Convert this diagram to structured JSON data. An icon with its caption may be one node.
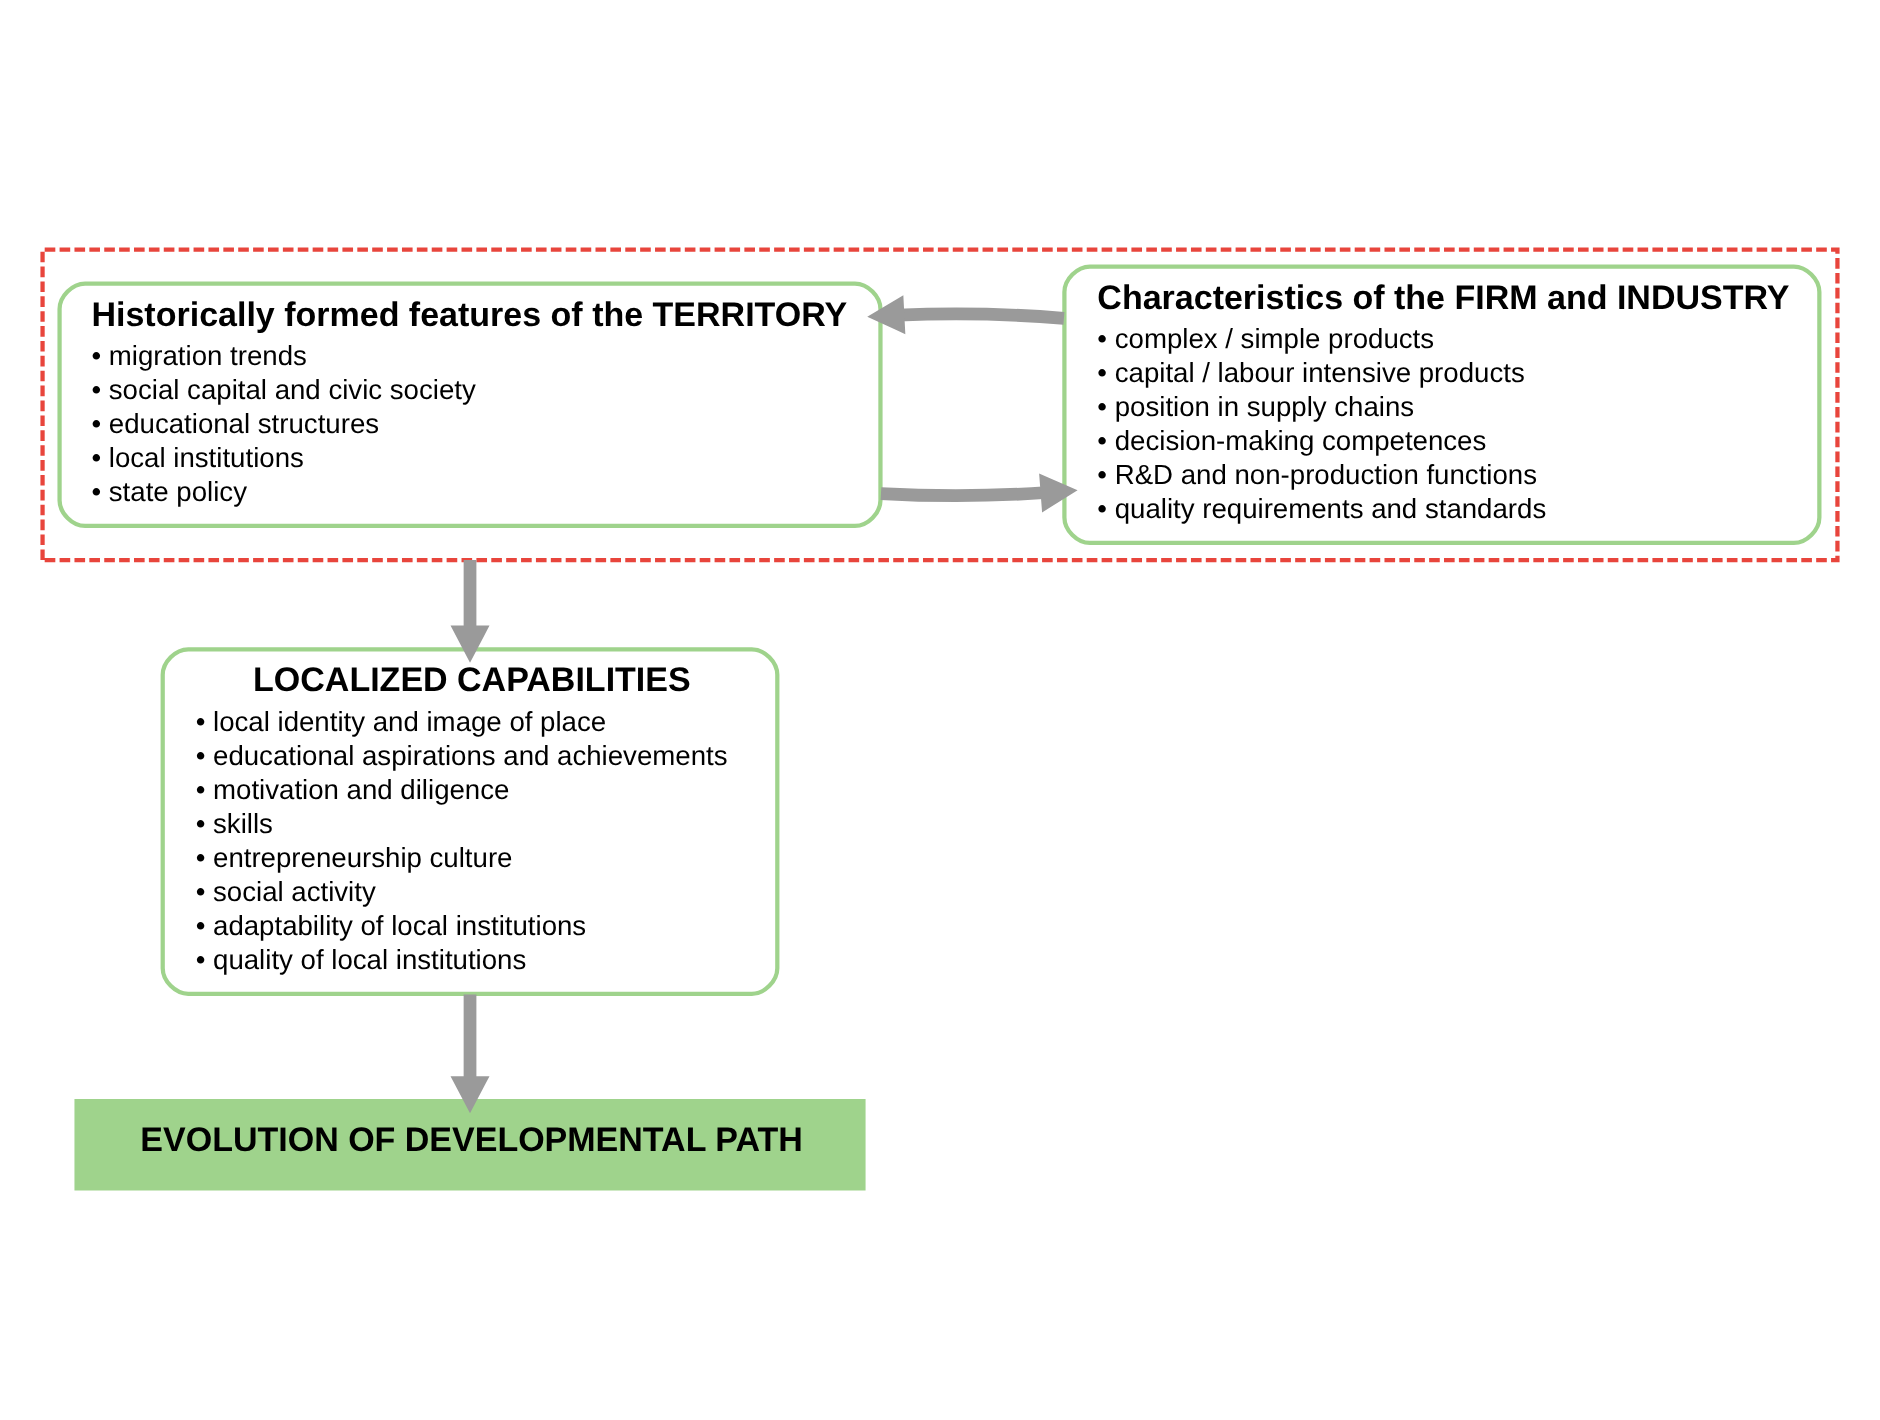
{
  "diagram": {
    "nodes": [
      {
        "text": [],
        "shape": "box"
      },
      {
        "text": [
          "Historically formed features of the TERRITORY",
          "• migration trends",
          "• social capital and civic society",
          "• educational structures",
          "• local institutions",
          "• state policy"
        ],
        "in": 0
      },
      {
        "text": [
          "Characteristics of the FIRM and INDUSTRY",
          "• complex / simple products",
          "• capital / labour intensive products",
          "• position in supply chains",
          "• decision-making competences",
          "• R&D and non-production functions",
          "• quality requirements and standards"
        ],
        "in": 0
      },
      {
        "text": [
          "LOCALIZED CAPABILITIES",
          "• local identity and image of place",
          "• educational aspirations and achievements",
          "• motivation and diligence",
          "• skills",
          "• entrepreneurship culture",
          "• social activity",
          "• adaptability of local institutions",
          "• quality of local institutions"
        ]
      },
      {
        "text": [
          "EVOLUTION OF DEVELOPMENTAL PATH"
        ]
      }
    ],
    "edges": [
      {
        "from": 1,
        "to": 2,
        "arrow": "to"
      },
      {
        "from": 2,
        "to": 1,
        "arrow": "to"
      },
      {
        "from": 0,
        "to": 3,
        "arrow": "to"
      },
      {
        "from": 3,
        "to": 4,
        "arrow": "to"
      }
    ]
  }
}
